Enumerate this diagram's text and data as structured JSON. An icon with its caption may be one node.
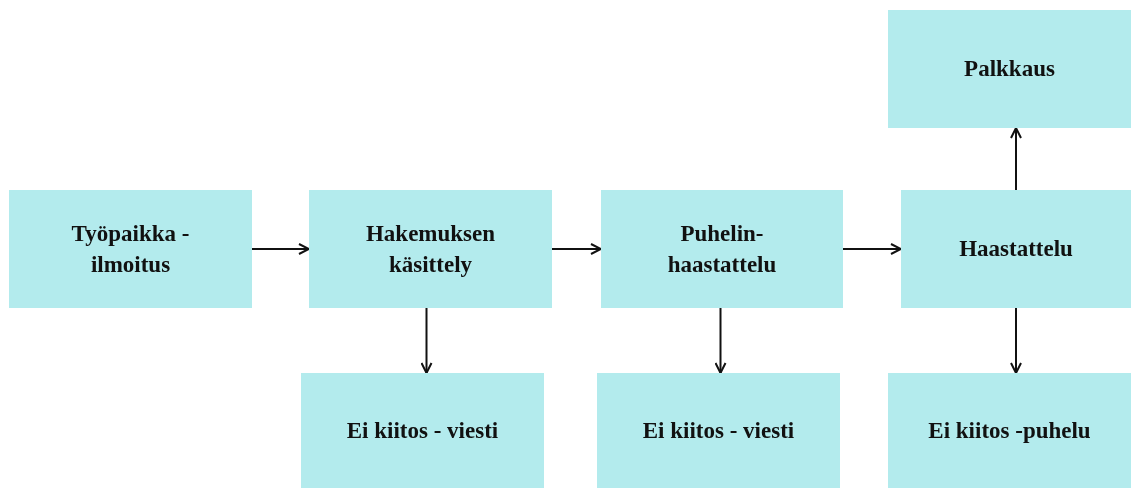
{
  "diagram": {
    "nodes": [
      {
        "text": [
          "Työpaikka - ilmoitus"
        ]
      },
      {
        "text": [
          "Hakemuksen käsittely"
        ]
      },
      {
        "text": [
          "Puhelin- haastattelu"
        ]
      },
      {
        "text": [
          "Palkkaus"
        ]
      },
      {
        "text": [
          "Haastattelu"
        ]
      },
      {
        "text": [
          "Ei kiitos - viesti"
        ]
      },
      {
        "text": [
          "Ei kiitos - viesti"
        ]
      },
      {
        "text": [
          "Ei kiitos -puhelu"
        ]
      }
    ],
    "edges": [
      {
        "from": 0,
        "to": 1,
        "arrow": "to"
      },
      {
        "from": 1,
        "to": 2,
        "arrow": "to"
      },
      {
        "from": 2,
        "to": 4,
        "arrow": "to"
      },
      {
        "from": 4,
        "to": 3,
        "arrow": "to"
      },
      {
        "from": 1,
        "to": 5,
        "arrow": "to"
      },
      {
        "from": 2,
        "to": 6,
        "arrow": "to"
      },
      {
        "from": 4,
        "to": 7,
        "arrow": "to"
      }
    ]
  }
}
